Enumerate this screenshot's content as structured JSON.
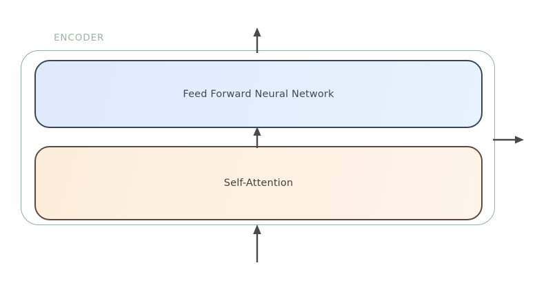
{
  "diagram": {
    "title_label": "ENCODER",
    "blocks": [
      {
        "id": "feed-forward",
        "label": "Feed Forward Neural Network"
      },
      {
        "id": "self-attention",
        "label": "Self-Attention"
      }
    ],
    "arrows": [
      {
        "id": "input-arrow",
        "direction": "up",
        "from": "input",
        "to": "self-attention"
      },
      {
        "id": "attention-to-ffn-arrow",
        "direction": "up",
        "from": "self-attention",
        "to": "feed-forward"
      },
      {
        "id": "output-arrow-top",
        "direction": "up",
        "from": "feed-forward",
        "to": "output"
      },
      {
        "id": "output-arrow-right",
        "direction": "right",
        "from": "encoder",
        "to": "output"
      }
    ],
    "colors": {
      "encoder_border": "#8fb39b",
      "encoder_label": "#9bb5a3",
      "ffn_fill": "#e2ecfc",
      "ffn_border": "#3a4656",
      "ffn_text": "#3d4a5b",
      "attention_fill": "#fdf0de",
      "attention_border": "#5a4a3f",
      "attention_text": "#4a3f38",
      "arrow": "#4a4a4a",
      "background": "#ffffff"
    }
  }
}
